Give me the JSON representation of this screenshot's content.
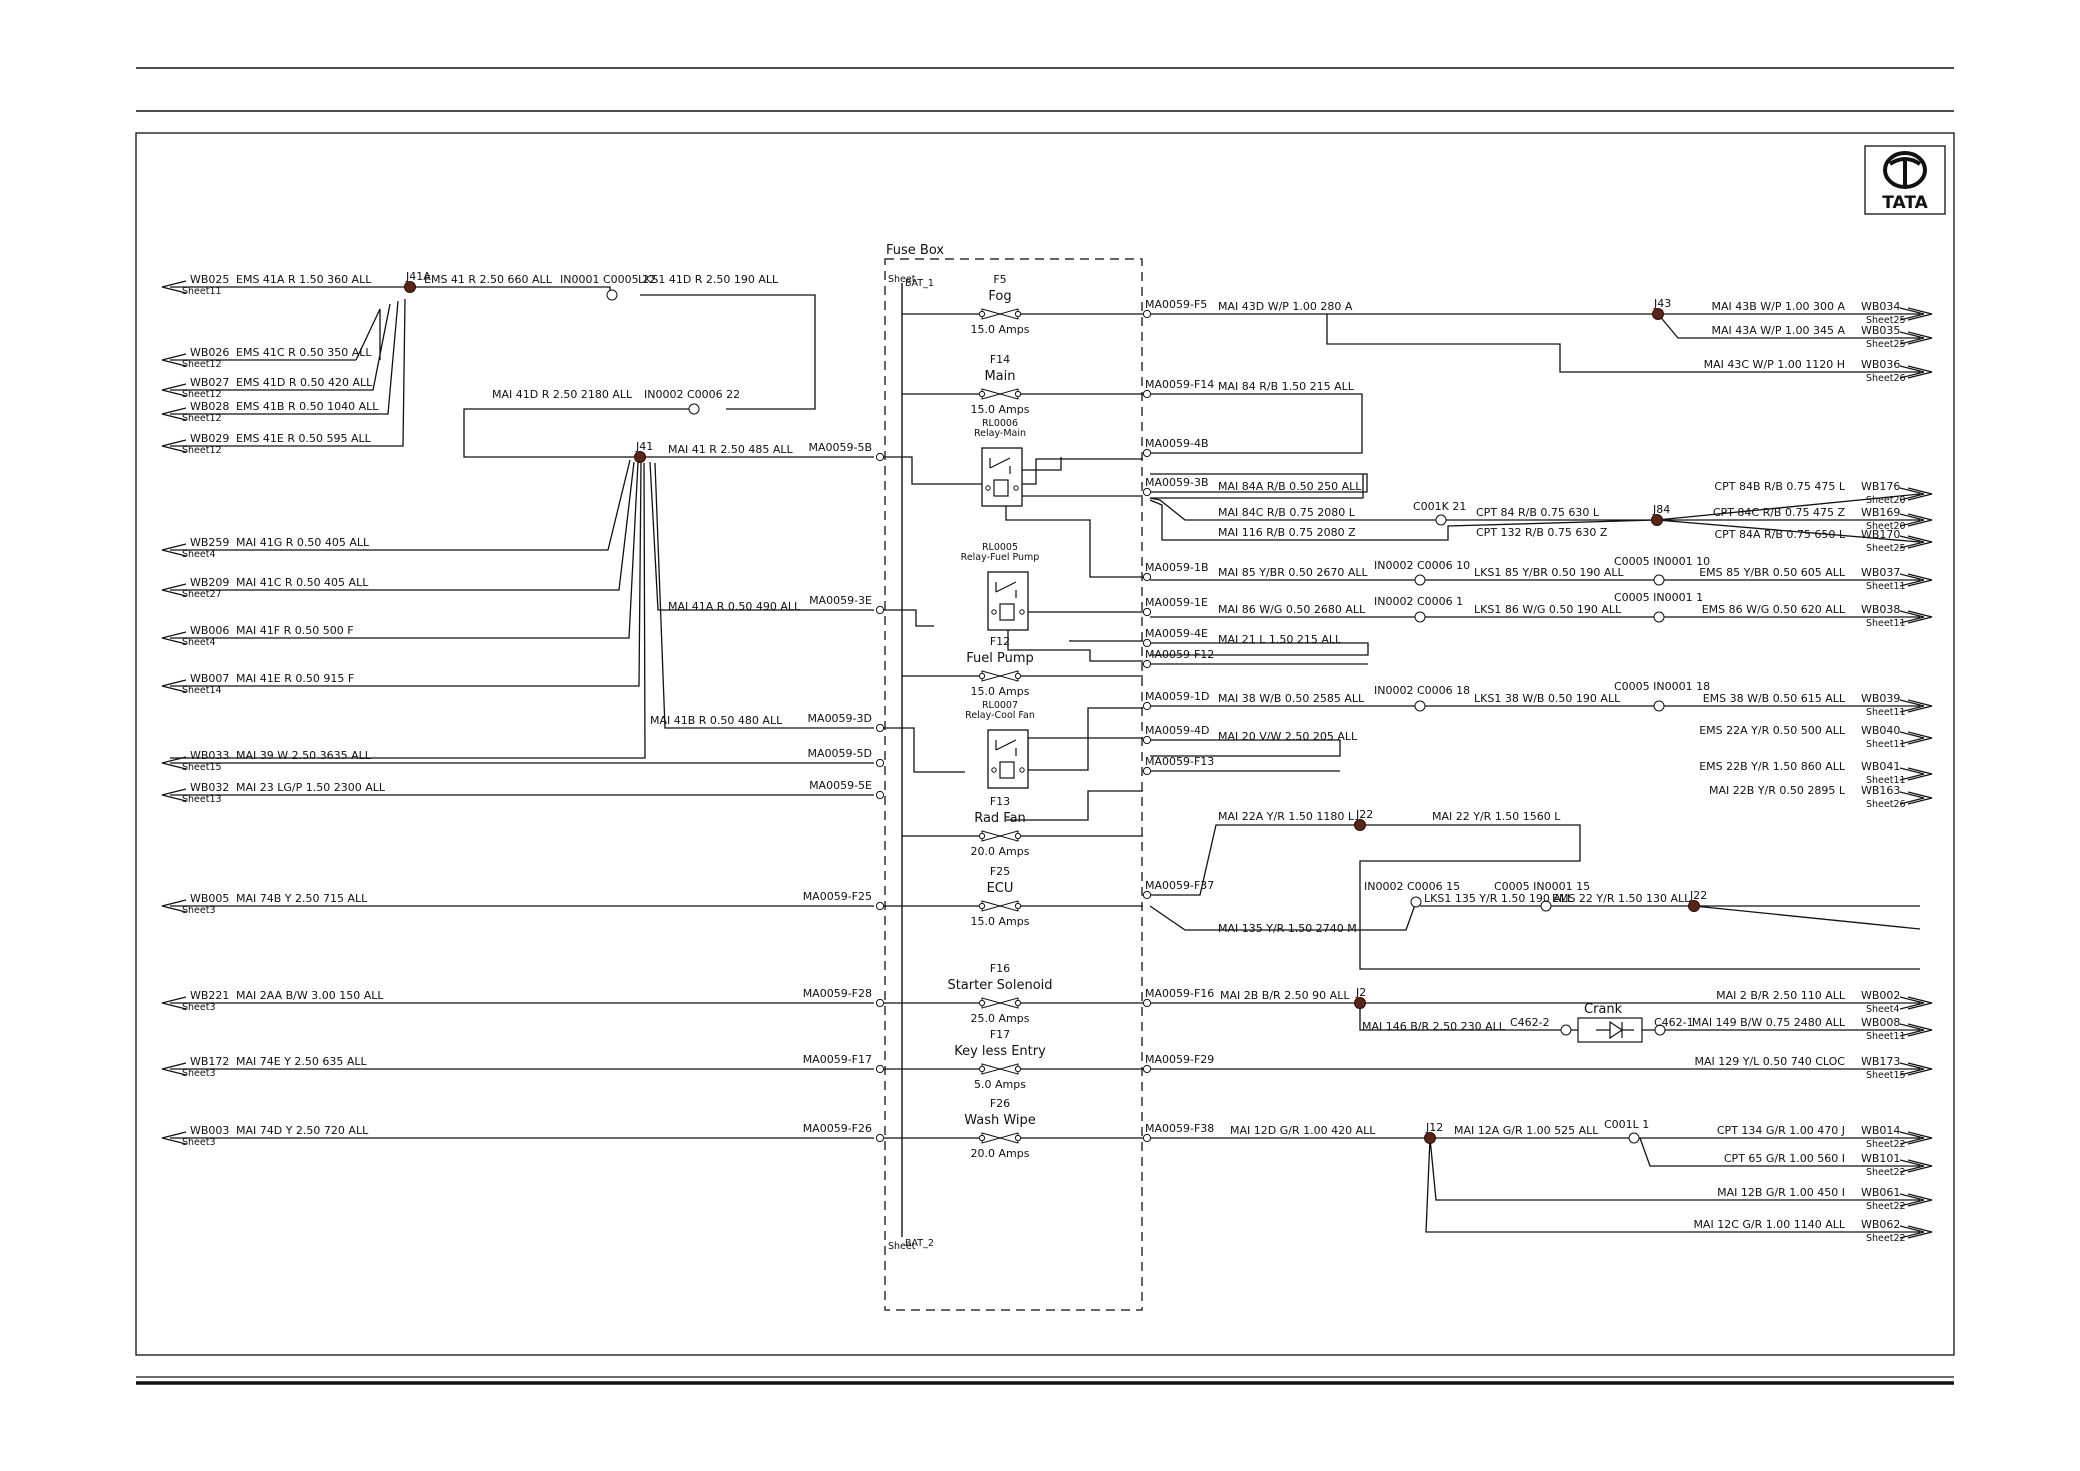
{
  "brand": {
    "logo_text": "TATA",
    "accent": "#1a1a1a",
    "node_color": "#5a2416"
  },
  "fuse_box": {
    "title": "Fuse Box",
    "bat_top": "BAT_1",
    "bat_bottom": "BAT_2",
    "sheet_ref": "Sheet"
  },
  "fuses": [
    {
      "id": "F5",
      "name": "Fog",
      "amps": "15.0 Amps"
    },
    {
      "id": "F14",
      "name": "Main",
      "amps": "15.0 Amps"
    },
    {
      "id": "F12",
      "name": "Fuel Pump",
      "amps": "15.0 Amps"
    },
    {
      "id": "F13",
      "name": "Rad Fan",
      "amps": "20.0 Amps"
    },
    {
      "id": "F25",
      "name": "ECU",
      "amps": "15.0 Amps"
    },
    {
      "id": "F16",
      "name": "Starter Solenoid",
      "amps": "25.0 Amps"
    },
    {
      "id": "F17",
      "name": "Key less Entry",
      "amps": "5.0 Amps"
    },
    {
      "id": "F26",
      "name": "Wash Wipe",
      "amps": "20.0 Amps"
    }
  ],
  "relays": [
    {
      "id": "RL0006",
      "name": "Relay-Main"
    },
    {
      "id": "RL0005",
      "name": "Relay-Fuel Pump"
    },
    {
      "id": "RL0007",
      "name": "Relay-Cool Fan"
    }
  ],
  "crank": "Crank",
  "left_offpage": [
    {
      "ref": "WB025",
      "sheet": "Sheet11",
      "spec": "EMS  41A R 1.50 360 ALL"
    },
    {
      "ref": "WB026",
      "sheet": "Sheet12",
      "spec": "EMS  41C R 0.50 350 ALL"
    },
    {
      "ref": "WB027",
      "sheet": "Sheet12",
      "spec": "EMS  41D R 0.50 420 ALL"
    },
    {
      "ref": "WB028",
      "sheet": "Sheet12",
      "spec": "EMS  41B R 0.50 1040 ALL"
    },
    {
      "ref": "WB029",
      "sheet": "Sheet12",
      "spec": "EMS  41E R 0.50 595 ALL"
    },
    {
      "ref": "WB259",
      "sheet": "Sheet4",
      "spec": "MAI  41G R 0.50 405 ALL"
    },
    {
      "ref": "WB209",
      "sheet": "Sheet27",
      "spec": "MAI  41C R 0.50 405 ALL"
    },
    {
      "ref": "WB006",
      "sheet": "Sheet4",
      "spec": "MAI  41F R 0.50 500 F"
    },
    {
      "ref": "WB007",
      "sheet": "Sheet14",
      "spec": "MAI  41E R 0.50 915 F"
    },
    {
      "ref": "WB033",
      "sheet": "Sheet15",
      "spec": "MAI  39 W 2.50 3635 ALL"
    },
    {
      "ref": "WB032",
      "sheet": "Sheet13",
      "spec": "MAI  23 LG/P 1.50 2300 ALL"
    },
    {
      "ref": "WB005",
      "sheet": "Sheet3",
      "spec": "MAI  74B Y 2.50 715 ALL"
    },
    {
      "ref": "WB221",
      "sheet": "Sheet3",
      "spec": "MAI  2AA B/W 3.00 150 ALL"
    },
    {
      "ref": "WB172",
      "sheet": "Sheet3",
      "spec": "MAI  74E Y 2.50 635 ALL"
    },
    {
      "ref": "WB003",
      "sheet": "Sheet3",
      "spec": "MAI  74D Y 2.50 720 ALL"
    }
  ],
  "right_offpage": [
    {
      "ref": "WB034",
      "sheet": "Sheet25",
      "spec": "MAI  43B W/P 1.00 300 A"
    },
    {
      "ref": "WB035",
      "sheet": "Sheet25",
      "spec": "MAI  43A W/P 1.00 345 A"
    },
    {
      "ref": "WB036",
      "sheet": "Sheet26",
      "spec": "MAI  43C W/P 1.00 1120 H"
    },
    {
      "ref": "WB176",
      "sheet": "Sheet20",
      "spec": "CPT  84B R/B 0.75 475 L"
    },
    {
      "ref": "WB169",
      "sheet": "Sheet20",
      "spec": "CPT  84C R/B 0.75 475 Z"
    },
    {
      "ref": "WB170",
      "sheet": "Sheet25",
      "spec": "CPT  84A R/B 0.75 650 L"
    },
    {
      "ref": "WB037",
      "sheet": "Sheet11",
      "spec": "EMS 85 Y/BR 0.50 605 ALL"
    },
    {
      "ref": "WB038",
      "sheet": "Sheet11",
      "spec": "EMS 86 W/G 0.50 620 ALL"
    },
    {
      "ref": "WB039",
      "sheet": "Sheet11",
      "spec": "EMS 38 W/B 0.50 615 ALL"
    },
    {
      "ref": "WB040",
      "sheet": "Sheet11",
      "spec": "EMS 22A Y/R 0.50 500 ALL"
    },
    {
      "ref": "WB041",
      "sheet": "Sheet11",
      "spec": "EMS 22B Y/R 1.50 860 ALL"
    },
    {
      "ref": "WB163",
      "sheet": "Sheet26",
      "spec": "MAI  22B Y/R 0.50 2895 L"
    },
    {
      "ref": "WB002",
      "sheet": "Sheet4",
      "spec": "MAI  2 B/R 2.50 110 ALL"
    },
    {
      "ref": "WB008",
      "sheet": "Sheet11",
      "spec": "MAI  149 B/W 0.75 2480 ALL"
    },
    {
      "ref": "WB173",
      "sheet": "Sheet15",
      "spec": "MAI  129 Y/L 0.50 740 CLOC"
    },
    {
      "ref": "WB014",
      "sheet": "Sheet22",
      "spec": "CPT  134 G/R 1.00 470 J"
    },
    {
      "ref": "WB101",
      "sheet": "Sheet22",
      "spec": "CPT  65 G/R 1.00 560 I"
    },
    {
      "ref": "WB061",
      "sheet": "Sheet22",
      "spec": "MAI  12B G/R 1.00 450 I"
    },
    {
      "ref": "WB062",
      "sheet": "Sheet22",
      "spec": "MAI  12C G/R 1.00 1140 ALL"
    }
  ],
  "left_pins": [
    "MA0059-5B",
    "MA0059-3E",
    "MA0059-3D",
    "MA0059-5D",
    "MA0059-5E",
    "MA0059-F25",
    "MA0059-F28",
    "MA0059-F17",
    "MA0059-F26"
  ],
  "right_pins": [
    "MA0059-F5",
    "MA0059-F14",
    "MA0059-4B",
    "MA0059-3B",
    "MA0059-1B",
    "MA0059-1E",
    "MA0059-4E",
    "MA0059-F12",
    "MA0059-1D",
    "MA0059-4D",
    "MA0059-F13",
    "MA0059-F37",
    "MA0059-F16",
    "MA0059-F29",
    "MA0059-F38"
  ],
  "junctions": [
    "J41A",
    "J41",
    "J43",
    "J84",
    "J22",
    "J22",
    "J2",
    "J12"
  ],
  "connectors": [
    "IN0001  C0005  22",
    "IN0002  C0006  22",
    "C001K  21",
    "IN0002  C0006  10",
    "C0005  IN0001  10",
    "IN0002  C0006  1",
    "C0005  IN0001  1",
    "IN0002  C0006  18",
    "C0005  IN0001  18",
    "IN0002  C0006  15",
    "C0005  IN0001  15",
    "C462-2",
    "C462-1",
    "C001L  1"
  ],
  "wire_specs": [
    "EMS  41 R 2.50 660 ALL",
    "LKS1  41D R 2.50 190 ALL",
    "MAI  41D R 2.50 2180 ALL",
    "MAI  41 R 2.50 485 ALL",
    "MAI 41A R 0.50 490 ALL",
    "MAI 41B R 0.50 480 ALL",
    "MAI  43D W/P 1.00 280 A",
    "MAI  84 R/B 1.50 215 ALL",
    "MAI  84A R/B 0.50 250 ALL",
    "MAI  84C R/B 0.75 2080 L",
    "MAI  116 R/B 0.75 2080 Z",
    "CPT  84 R/B 0.75 630 L",
    "CPT  132 R/B 0.75 630 Z",
    "MAI  85 Y/BR 0.50 2670 ALL",
    "LKS1  85 Y/BR 0.50 190 ALL",
    "MAI  86 W/G 0.50 2680 ALL",
    "LKS1  86 W/G 0.50 190 ALL",
    "MAI  21 L 1.50 215 ALL",
    "MAI  38 W/B 0.50 2585 ALL",
    "LKS1  38 W/B 0.50 190 ALL",
    "MAI  20 V/W 2.50 205 ALL",
    "MAI  22A Y/R 1.50 1180 L",
    "MAI  22 Y/R 1.50 1560 L",
    "MAI  135 Y/R 1.50 2740 M",
    "LKS1 135 Y/R 1.50 190 ALL",
    "EMS  22 Y/R 1.50 130 ALL",
    "MAI  2B B/R 2.50 90 ALL",
    "MAI 146 B/R 2.50 230 ALL",
    "MAI  12D G/R 1.00 420 ALL",
    "MAI  12A G/R 1.00 525 ALL"
  ]
}
